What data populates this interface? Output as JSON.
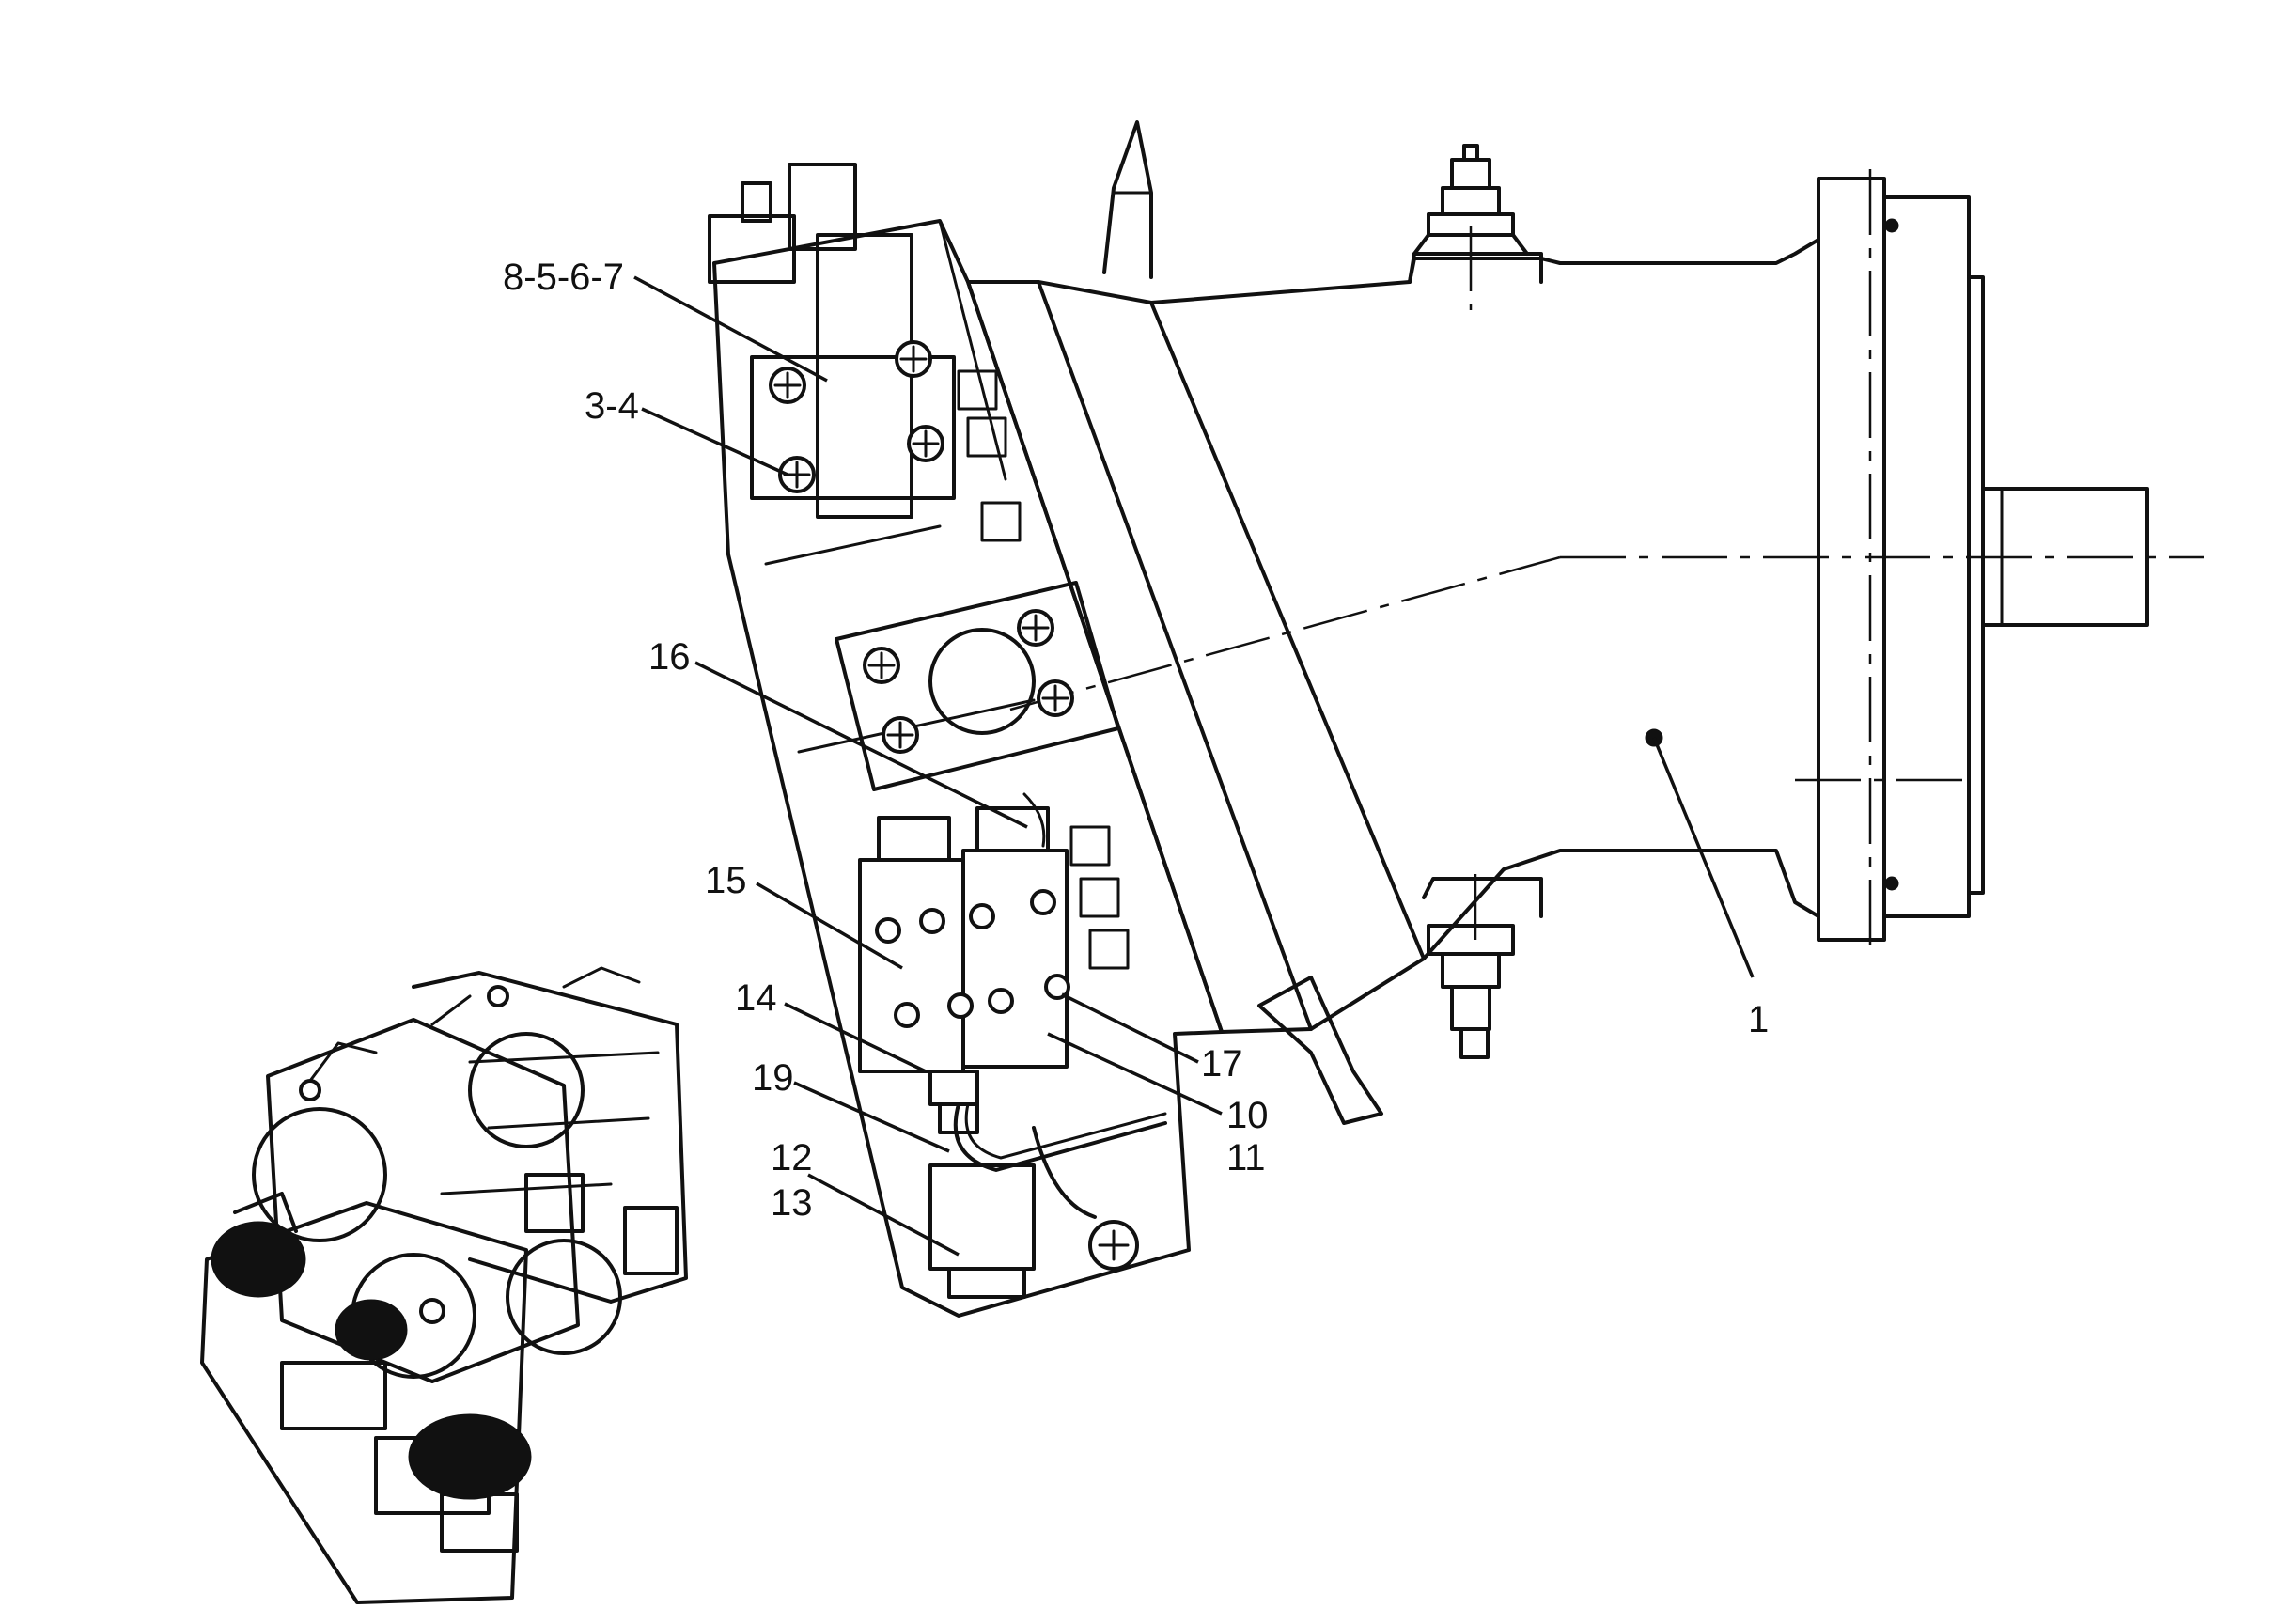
{
  "diagram": {
    "callouts": [
      {
        "id": "c-8567",
        "label": "8-5-6-7"
      },
      {
        "id": "c-34",
        "label": "3-4"
      },
      {
        "id": "c-16",
        "label": "16"
      },
      {
        "id": "c-15",
        "label": "15"
      },
      {
        "id": "c-14",
        "label": "14"
      },
      {
        "id": "c-19",
        "label": "19"
      },
      {
        "id": "c-12",
        "label": "12"
      },
      {
        "id": "c-13",
        "label": "13"
      },
      {
        "id": "c-1",
        "label": "1"
      },
      {
        "id": "c-17",
        "label": "17"
      },
      {
        "id": "c-10",
        "label": "10"
      },
      {
        "id": "c-11",
        "label": "11"
      }
    ]
  }
}
